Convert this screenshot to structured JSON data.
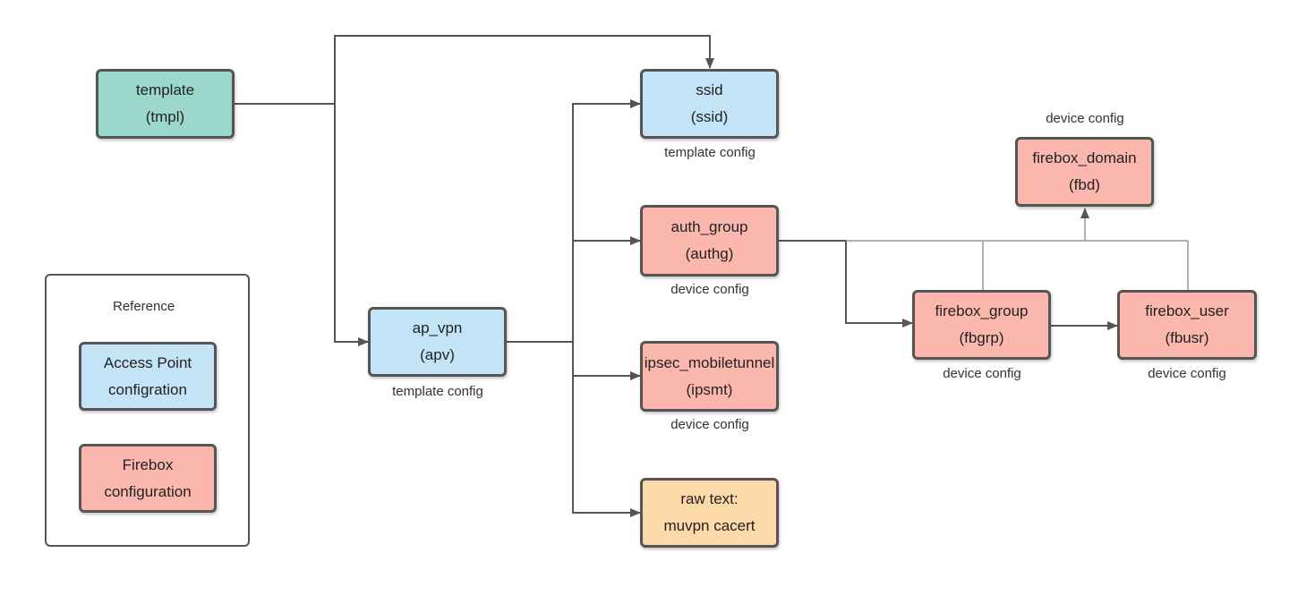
{
  "nodes": {
    "tmpl": {
      "name": "template",
      "alias": "(tmpl)"
    },
    "ssid": {
      "name": "ssid",
      "alias": "(ssid)",
      "caption": "template config"
    },
    "apv": {
      "name": "ap_vpn",
      "alias": "(apv)",
      "caption": "template config"
    },
    "authg": {
      "name": "auth_group",
      "alias": "(authg)",
      "caption": "device config"
    },
    "ipsmt": {
      "name": "ipsec_mobiletunnel",
      "alias": "(ipsmt)",
      "caption": "device config"
    },
    "raw": {
      "name": "raw text:",
      "alias": "muvpn cacert"
    },
    "fbd": {
      "name": "firebox_domain",
      "alias": "(fbd)",
      "caption": "device config"
    },
    "fbgrp": {
      "name": "firebox_group",
      "alias": "(fbgrp)",
      "caption": "device config"
    },
    "fbusr": {
      "name": "firebox_user",
      "alias": "(fbusr)",
      "caption": "device config"
    }
  },
  "legend": {
    "reference_label": "Reference",
    "access_point_line1": "Access Point",
    "access_point_line2": "configration",
    "firebox_line1": "Firebox",
    "firebox_line2": "configuration"
  },
  "colors": {
    "template": "#9bd7cb",
    "access_point": "#c3e3f6",
    "firebox": "#fbb7ae",
    "raw_text": "#fcd9a9",
    "line": "#555555"
  }
}
